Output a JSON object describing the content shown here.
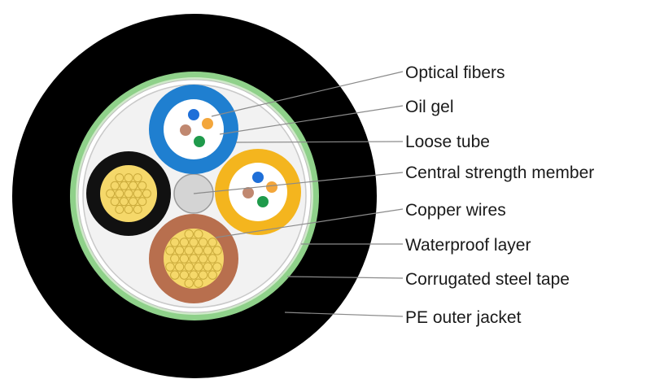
{
  "callouts": [
    {
      "id": "optical-fibers",
      "label": "Optical fibers"
    },
    {
      "id": "oil-gel",
      "label": "Oil gel"
    },
    {
      "id": "loose-tube",
      "label": "Loose tube"
    },
    {
      "id": "central-strength-member",
      "label": "Central strength member"
    },
    {
      "id": "copper-wires",
      "label": "Copper wires"
    },
    {
      "id": "waterproof-layer",
      "label": "Waterproof layer"
    },
    {
      "id": "corrugated-steel-tape",
      "label": "Corrugated steel tape"
    },
    {
      "id": "pe-outer-jacket",
      "label": "PE outer jacket"
    }
  ],
  "colors": {
    "jacket": "#000000",
    "steel_tape": "#8fd18a",
    "waterproof_layer": "#e6e6e6",
    "core_fill": "#f2f2f2",
    "tube_blue": "#1f7fd0",
    "tube_orange": "#f4b51e",
    "copper_jacket_black": "#111111",
    "copper_jacket_brown": "#b86f4e",
    "copper_wire": "#f5d86a",
    "fiber_blue": "#1e6fd8",
    "fiber_orange": "#f3a63b",
    "fiber_brown": "#c08870",
    "fiber_green": "#1f9a4b",
    "strength_member": "#d4d4d4"
  }
}
